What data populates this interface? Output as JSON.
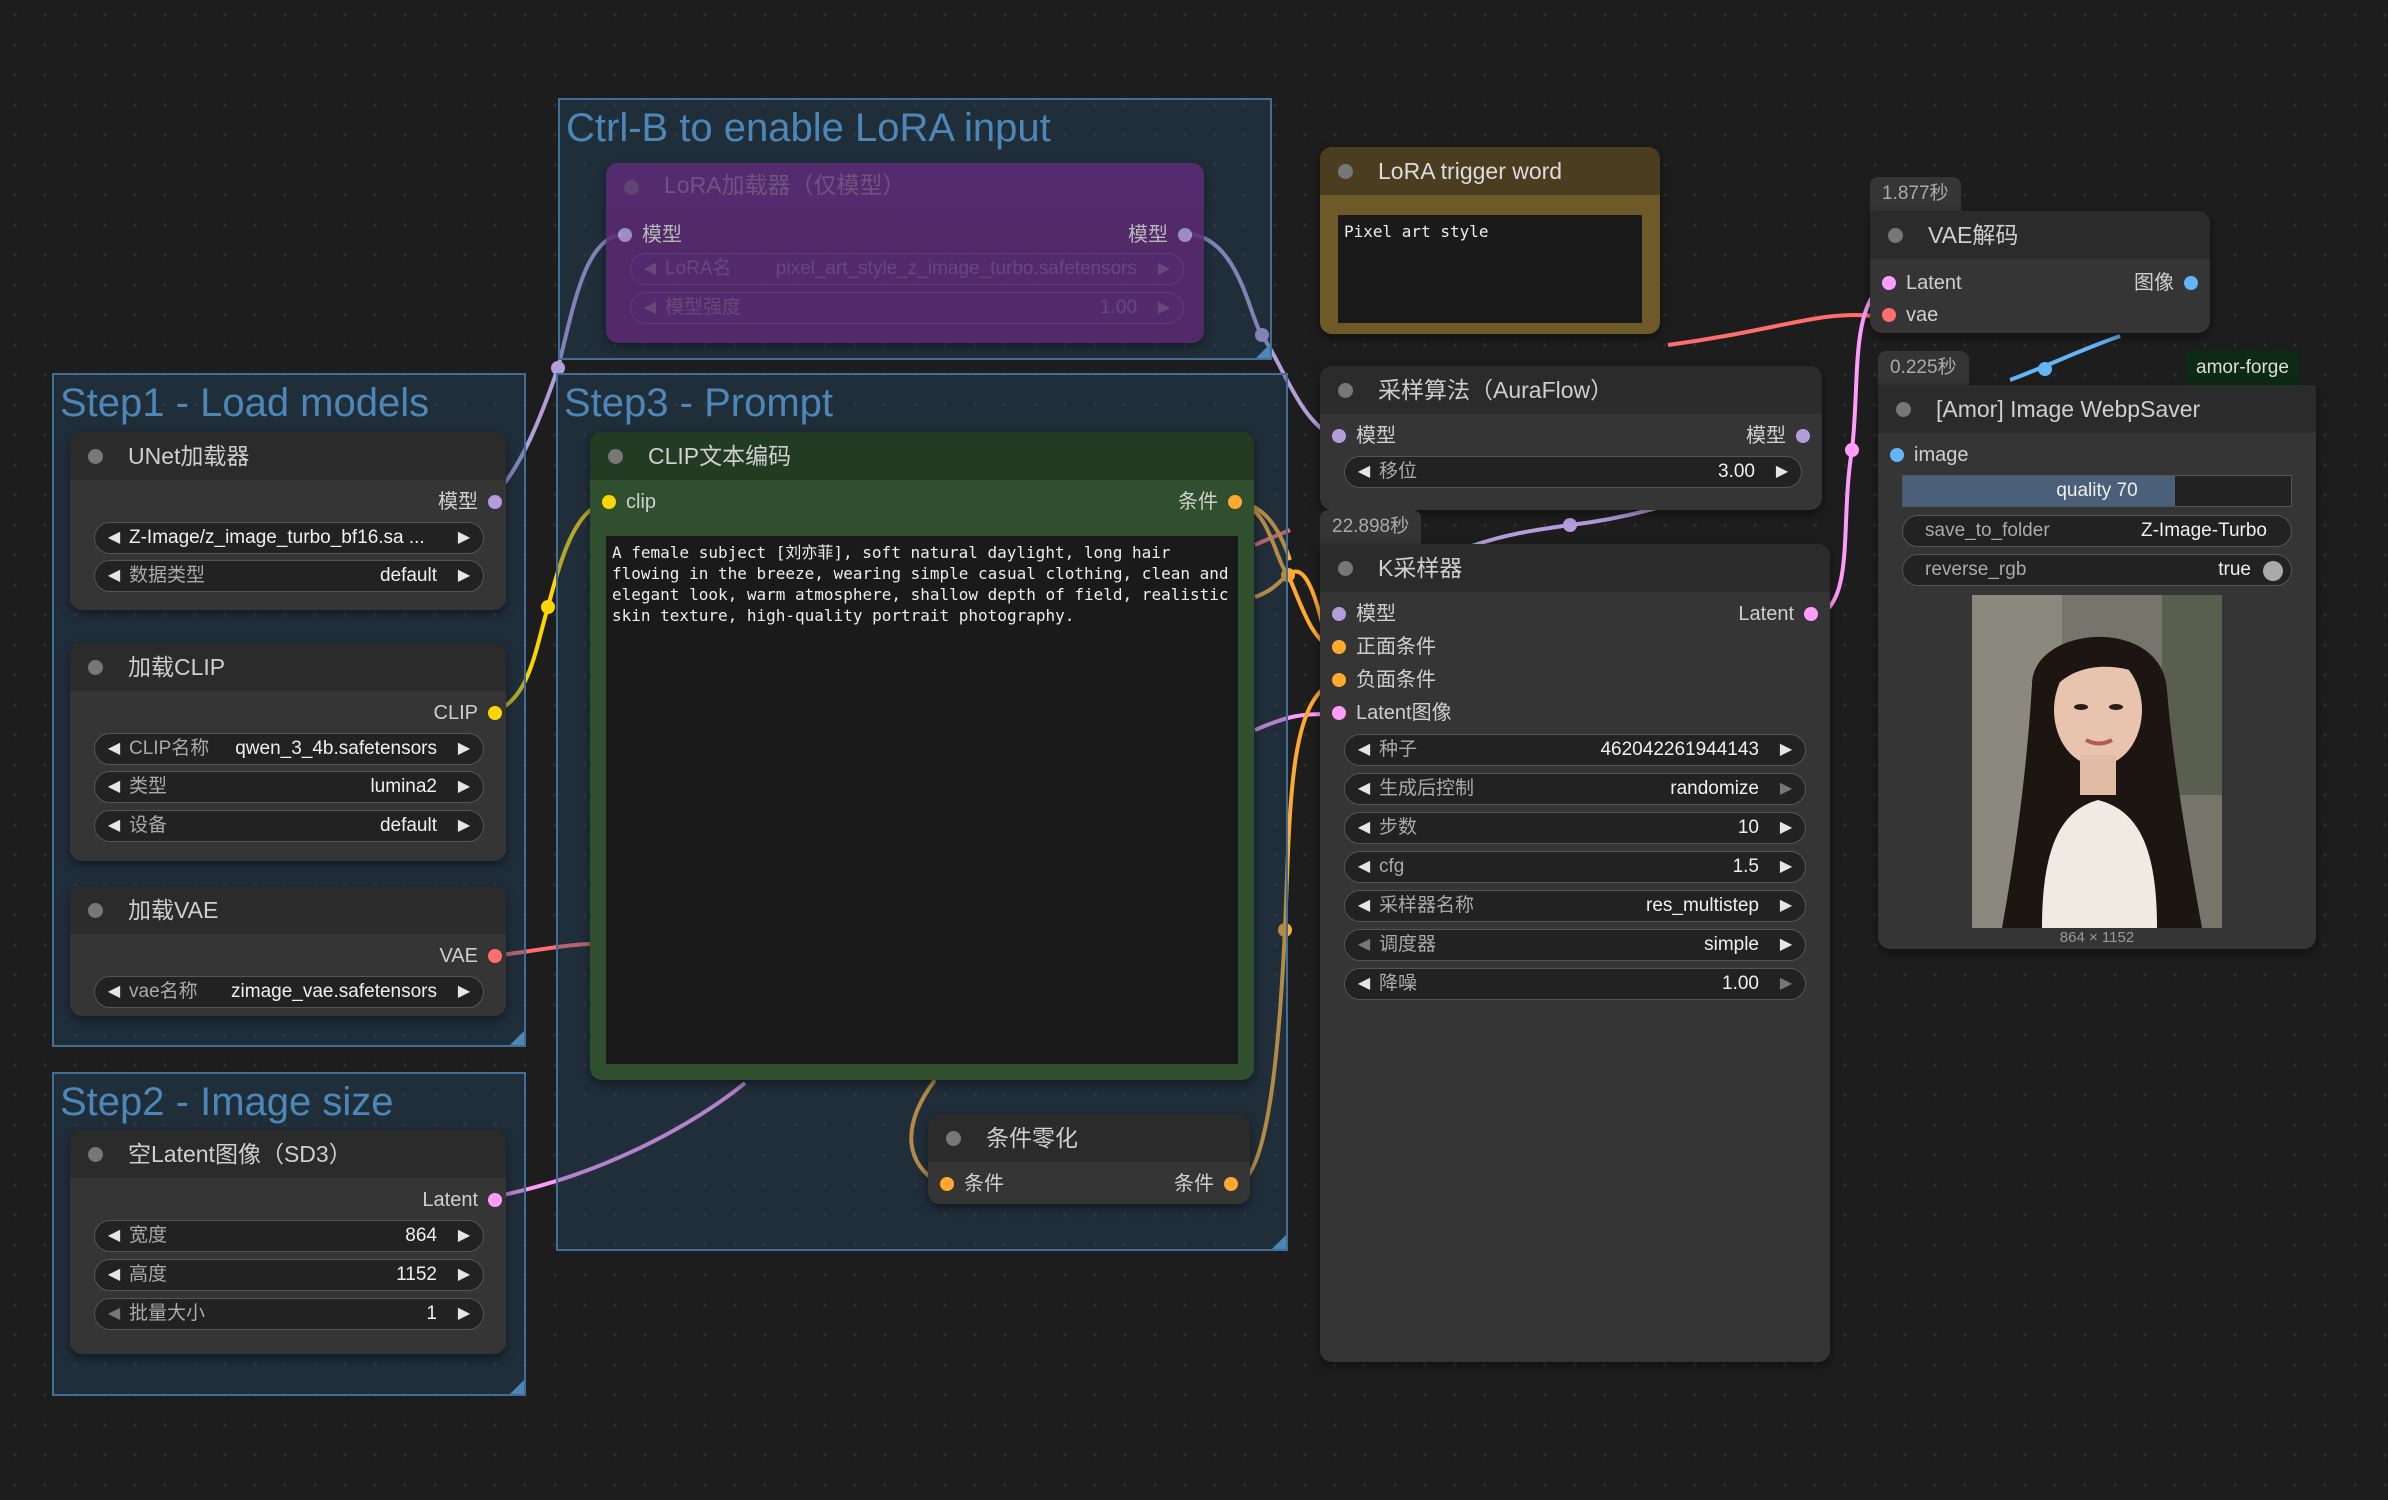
{
  "groups": {
    "lora": "Ctrl-B to enable LoRA input",
    "step1": "Step1 - Load models",
    "step3": "Step3 - Prompt",
    "step2": "Step2 - Image size"
  },
  "lora_loader": {
    "title": "LoRA加载器（仅模型）",
    "in_model": "模型",
    "out_model": "模型",
    "lora_name_label": "LoRA名",
    "lora_name_value": "pixel_art_style_z_image_turbo.safetensors",
    "strength_label": "模型强度",
    "strength_value": "1.00"
  },
  "lora_trigger": {
    "title": "LoRA trigger word",
    "text": "Pixel art style"
  },
  "unet_loader": {
    "title": "UNet加载器",
    "out_model": "模型",
    "unet_value": "Z-Image/z_image_turbo_bf16.sa ...",
    "dtype_label": "数据类型",
    "dtype_value": "default"
  },
  "clip_loader": {
    "title": "加载CLIP",
    "out_clip": "CLIP",
    "clip_name_label": "CLIP名称",
    "clip_name_value": "qwen_3_4b.safetensors",
    "type_label": "类型",
    "type_value": "lumina2",
    "device_label": "设备",
    "device_value": "default"
  },
  "vae_loader": {
    "title": "加载VAE",
    "out_vae": "VAE",
    "vae_name_label": "vae名称",
    "vae_name_value": "zimage_vae.safetensors"
  },
  "latent_node": {
    "title": "空Latent图像（SD3）",
    "out_latent": "Latent",
    "width_label": "宽度",
    "width_value": "864",
    "height_label": "高度",
    "height_value": "1152",
    "batch_label": "批量大小",
    "batch_value": "1"
  },
  "clip_encode": {
    "title": "CLIP文本编码",
    "in_clip": "clip",
    "out_cond": "条件",
    "text": "A female subject [刘亦菲], soft natural daylight, long hair flowing in the breeze, wearing simple casual clothing, clean and elegant look, warm atmosphere, shallow depth of field, realistic skin texture, high-quality portrait photography."
  },
  "cond_zero": {
    "title": "条件零化",
    "in_cond": "条件",
    "out_cond": "条件"
  },
  "sampling_algo": {
    "title": "采样算法（AuraFlow）",
    "in_model": "模型",
    "out_model": "模型",
    "shift_label": "移位",
    "shift_value": "3.00"
  },
  "ksampler": {
    "timing": "22.898秒",
    "title": "K采样器",
    "in_model": "模型",
    "in_positive": "正面条件",
    "in_negative": "负面条件",
    "in_latent": "Latent图像",
    "out_latent": "Latent",
    "seed_label": "种子",
    "seed_value": "462042261944143",
    "control_label": "生成后控制",
    "control_value": "randomize",
    "steps_label": "步数",
    "steps_value": "10",
    "cfg_label": "cfg",
    "cfg_value": "1.5",
    "sampler_label": "采样器名称",
    "sampler_value": "res_multistep",
    "scheduler_label": "调度器",
    "scheduler_value": "simple",
    "denoise_label": "降噪",
    "denoise_value": "1.00"
  },
  "vae_decode": {
    "timing": "1.877秒",
    "title": "VAE解码",
    "in_latent": "Latent",
    "in_vae": "vae",
    "out_image": "图像"
  },
  "webp_saver": {
    "timing": "0.225秒",
    "badge": "amor-forge",
    "title": "[Amor] Image WebpSaver",
    "in_image": "image",
    "quality_label": "quality",
    "quality_value": "70",
    "quality_fraction": 0.7,
    "folder_label": "save_to_folder",
    "folder_value": "Z-Image-Turbo",
    "reverse_label": "reverse_rgb",
    "reverse_value": "true",
    "image_size": "864 × 1152"
  },
  "colors": {
    "model": "#b39ddb",
    "clip": "#ffd500",
    "vae": "#ff6e6e",
    "latent": "#ff9cf9",
    "conditioning": "#ffa931",
    "image": "#64b5f6"
  }
}
